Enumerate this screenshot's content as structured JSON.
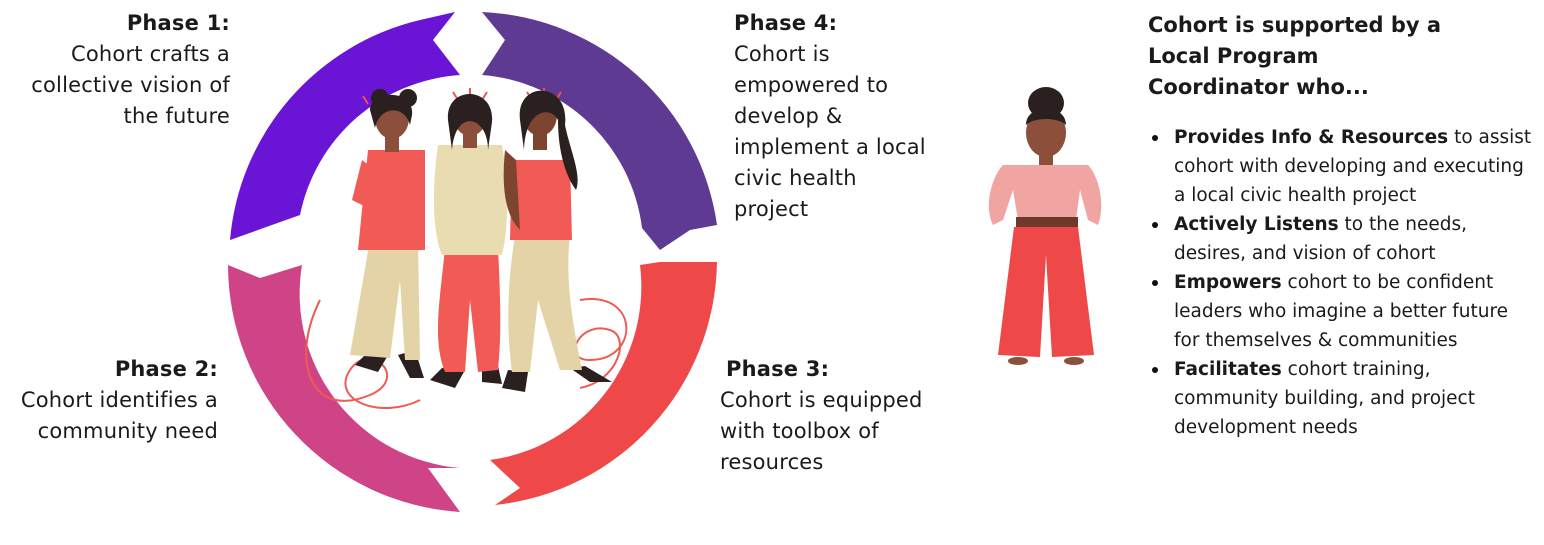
{
  "phases": [
    {
      "id": "1",
      "title": "Phase 1:",
      "lines": [
        "Cohort crafts a",
        "collective vision of",
        "the future"
      ],
      "color": "#6a14d6"
    },
    {
      "id": "2",
      "title": "Phase 2:",
      "lines": [
        "Cohort identifies a",
        "community need"
      ],
      "color": "#cf4486"
    },
    {
      "id": "3",
      "title": "Phase 3:",
      "lines": [
        "Cohort is equipped",
        "with toolbox of",
        "resources"
      ],
      "color": "#ef4848"
    },
    {
      "id": "4",
      "title": "Phase 4:",
      "lines": [
        "Cohort is",
        "empowered to",
        "develop &",
        "implement a local",
        "civic health",
        "project"
      ],
      "color": "#5f3a93"
    }
  ],
  "coordinator": {
    "title_lines": [
      "Cohort is supported by a",
      "Local Program",
      "Coordinator who..."
    ],
    "items": [
      {
        "bold": "Provides Info & Resources",
        "rest": " to assist cohort with developing and executing a local civic health project"
      },
      {
        "bold": "Actively Listens",
        "rest": " to the needs, desires, and vision of cohort"
      },
      {
        "bold": "Empowers",
        "rest": " cohort to be confident leaders who imagine a better future for themselves & communities"
      },
      {
        "bold": "Facilitates",
        "rest": " cohort training, community building, and project development needs"
      }
    ]
  }
}
